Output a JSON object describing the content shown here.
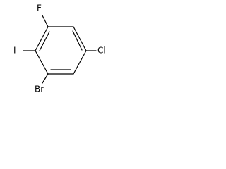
{
  "molecule": {
    "atoms": {
      "fluorine": "F",
      "iodine": "I",
      "chlorine": "Cl",
      "bromine": "Br"
    }
  }
}
